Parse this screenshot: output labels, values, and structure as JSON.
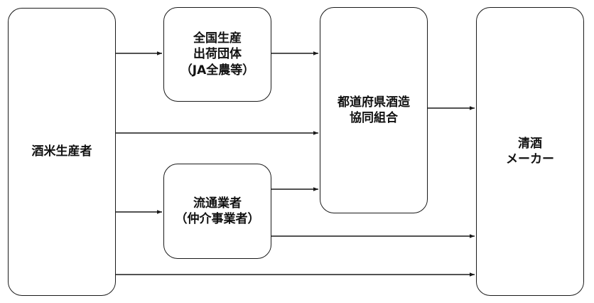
{
  "diagram": {
    "nodes": {
      "producer": {
        "lines": [
          "酒米生産者"
        ]
      },
      "national": {
        "lines": [
          "全国生産",
          "出荷団体",
          "（JA全農等）"
        ]
      },
      "brokers": {
        "lines": [
          "流通業者",
          "（仲介事業者）"
        ]
      },
      "prefecture": {
        "lines": [
          "都道府県酒造",
          "協同組合"
        ]
      },
      "sake": {
        "lines": [
          "清酒",
          "メーカー"
        ]
      }
    },
    "edges": [
      {
        "from": "producer",
        "to": "national"
      },
      {
        "from": "producer",
        "to": "prefecture"
      },
      {
        "from": "producer",
        "to": "brokers"
      },
      {
        "from": "producer",
        "to": "sake"
      },
      {
        "from": "national",
        "to": "prefecture"
      },
      {
        "from": "brokers",
        "to": "prefecture"
      },
      {
        "from": "brokers",
        "to": "sake"
      },
      {
        "from": "prefecture",
        "to": "sake"
      }
    ],
    "colors": {
      "stroke": "#1a1a1a",
      "text": "#111111",
      "background": "#ffffff"
    }
  }
}
